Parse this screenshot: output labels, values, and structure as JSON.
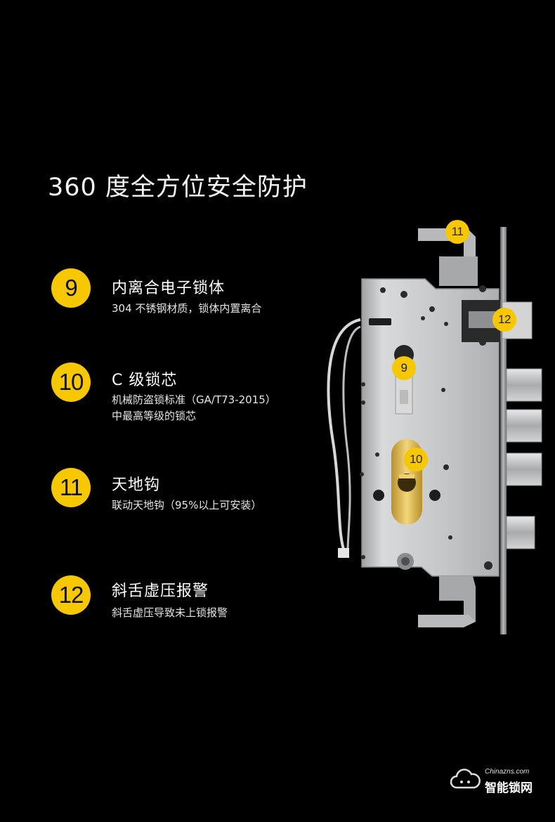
{
  "headline": "360 度全方位安全防护",
  "features": [
    {
      "number": "9",
      "title": "内离合电子锁体",
      "desc": "304 不锈钢材质，锁体内置离合"
    },
    {
      "number": "10",
      "title": "C 级锁芯",
      "desc": "机械防盗锁标准（GA/T73-2015）\n中最高等级的锁芯"
    },
    {
      "number": "11",
      "title": "天地钩",
      "desc": "联动天地钩（95%以上可安装）"
    },
    {
      "number": "12",
      "title": "斜舌虚压报警",
      "desc": "斜舌虚压导致未上锁报警"
    }
  ],
  "callouts": {
    "c9": "9",
    "c10": "10",
    "c11": "11",
    "c12": "12"
  },
  "watermark": {
    "en": "Chinazns.com",
    "cn": "智能锁网"
  },
  "colors": {
    "background": "#000000",
    "accent": "#f7c800",
    "steel": "#c9cacc"
  },
  "icons": {
    "watermark_logo": "cloud-logo-icon"
  }
}
